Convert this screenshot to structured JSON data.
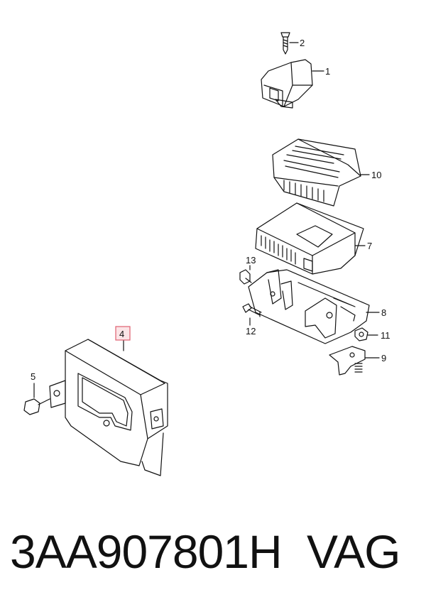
{
  "diagram": {
    "callouts": {
      "c1": "1",
      "c2": "2",
      "c4": "4",
      "c5": "5",
      "c7": "7",
      "c8": "8",
      "c9": "9",
      "c10": "10",
      "c11": "11",
      "c12": "12",
      "c13": "13"
    },
    "highlight_color": "#e06070"
  },
  "footer": {
    "part_number": "3AA907801H",
    "brand": "VAG"
  }
}
